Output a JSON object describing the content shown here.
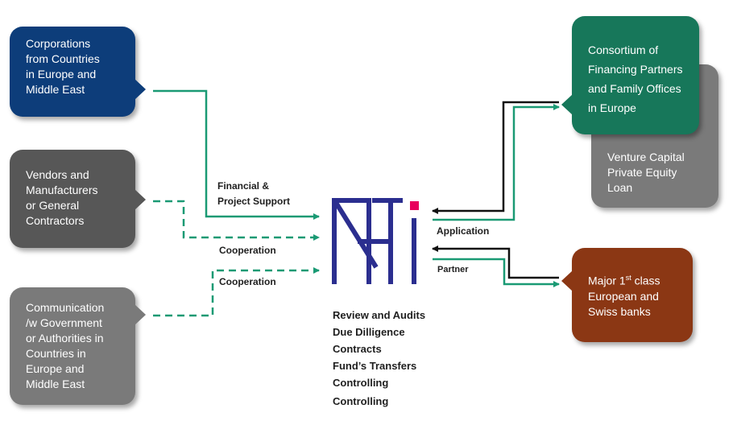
{
  "colors": {
    "navy": "#0d3d7a",
    "dark_gray": "#575757",
    "gray": "#7a7a7a",
    "green": "#17775a",
    "brown": "#8b3714",
    "arrow_green": "#1a9a74",
    "arrow_black": "#111111",
    "logo_blue": "#2b2e8f",
    "logo_pink": "#e8005c"
  },
  "left_boxes": {
    "corporations": [
      "Corporations",
      "from Countries",
      "in Europe and",
      "Middle East"
    ],
    "vendors": [
      "Vendors and",
      "Manufacturers",
      "or General",
      "Contractors"
    ],
    "communication": [
      "Communication",
      "/w Government",
      "or Authorities in",
      "Countries in",
      "Europe and",
      "Middle East"
    ]
  },
  "right_boxes": {
    "consortium": [
      "Consortium of",
      "Financing Partners",
      "and Family Offices",
      "in Europe"
    ],
    "venture": [
      "Venture Capital",
      "Private Equity",
      "Loan"
    ],
    "banks": {
      "line1_prefix": "Major 1",
      "line1_sup": "st",
      "line1_suffix": " class",
      "line2": "European and",
      "line3": "Swiss banks"
    }
  },
  "labels": {
    "financial_1": "Financial &",
    "financial_2": "Project Support",
    "cooperation_1": "Cooperation",
    "cooperation_2": "Cooperation",
    "application": "Application",
    "partner": "Partner"
  },
  "logo": {
    "icon": "nti-logo-icon"
  },
  "services": [
    "Review and Audits",
    "Due Dilligence",
    "Contracts",
    "Fund’s Transfers",
    "Controlling",
    "Controlling"
  ]
}
